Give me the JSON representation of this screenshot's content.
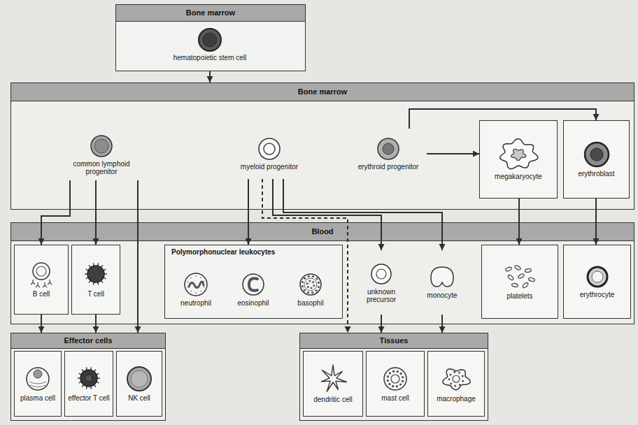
{
  "diagram": {
    "nodes": [
      {
        "text": [
          "Bone marrow"
        ]
      },
      {
        "text": [
          "hematopoietic stem cell"
        ],
        "in": 0
      },
      {
        "text": [
          "Bone marrow"
        ]
      },
      {
        "text": [
          "common lymphoid progenitor"
        ],
        "in": 2
      },
      {
        "text": [
          "myeloid progenitor"
        ],
        "in": 2
      },
      {
        "text": [
          "erythroid progenitor"
        ],
        "in": 2
      },
      {
        "text": [
          "megakaryocyte"
        ],
        "in": 2
      },
      {
        "text": [
          "erythroblast"
        ],
        "in": 2
      },
      {
        "text": [
          "Blood"
        ]
      },
      {
        "text": [
          "B cell"
        ],
        "in": 8
      },
      {
        "text": [
          "T cell"
        ],
        "in": 8
      },
      {
        "text": [
          "Polymorphonuclear leukocytes"
        ],
        "in": 8
      },
      {
        "text": [
          "neutrophil"
        ],
        "in": 11
      },
      {
        "text": [
          "eosinophil"
        ],
        "in": 11
      },
      {
        "text": [
          "basophil"
        ],
        "in": 11
      },
      {
        "text": [
          "unknown precursor"
        ],
        "in": 8
      },
      {
        "text": [
          "monocyte"
        ],
        "in": 8
      },
      {
        "text": [
          "platelets"
        ],
        "in": 8
      },
      {
        "text": [
          "erythrocyte"
        ],
        "in": 8
      },
      {
        "text": [
          "Effector cells"
        ]
      },
      {
        "text": [
          "plasma cell"
        ],
        "in": 19
      },
      {
        "text": [
          "effector T cell"
        ],
        "in": 19
      },
      {
        "text": [
          "NK cell"
        ],
        "in": 19
      },
      {
        "text": [
          "Tissues"
        ]
      },
      {
        "text": [
          "dendritic cell"
        ],
        "in": 23
      },
      {
        "text": [
          "mast cell"
        ],
        "in": 23
      },
      {
        "text": [
          "macrophage"
        ],
        "in": 23
      }
    ],
    "edges": [
      {
        "from": 0,
        "to": 2,
        "arrow": "to"
      },
      {
        "from": 3,
        "to": 9,
        "arrow": "to"
      },
      {
        "from": 3,
        "to": 10,
        "arrow": "to"
      },
      {
        "from": 3,
        "to": 19,
        "arrow": "to"
      },
      {
        "from": 4,
        "to": 11,
        "arrow": "to"
      },
      {
        "from": 4,
        "to": 23,
        "arrow": "to"
      },
      {
        "from": 4,
        "to": 15,
        "arrow": "to"
      },
      {
        "from": 4,
        "to": 16,
        "arrow": "to"
      },
      {
        "from": 5,
        "to": 6,
        "arrow": "to"
      },
      {
        "from": 5,
        "to": 7,
        "arrow": "to"
      },
      {
        "from": 9,
        "to": 19,
        "arrow": "to"
      },
      {
        "from": 10,
        "to": 19,
        "arrow": "to"
      },
      {
        "from": 6,
        "to": 17,
        "arrow": "to"
      },
      {
        "from": 7,
        "to": 18,
        "arrow": "to"
      },
      {
        "from": 15,
        "to": 23,
        "arrow": "to"
      },
      {
        "from": 16,
        "to": 23,
        "arrow": "to"
      }
    ]
  }
}
